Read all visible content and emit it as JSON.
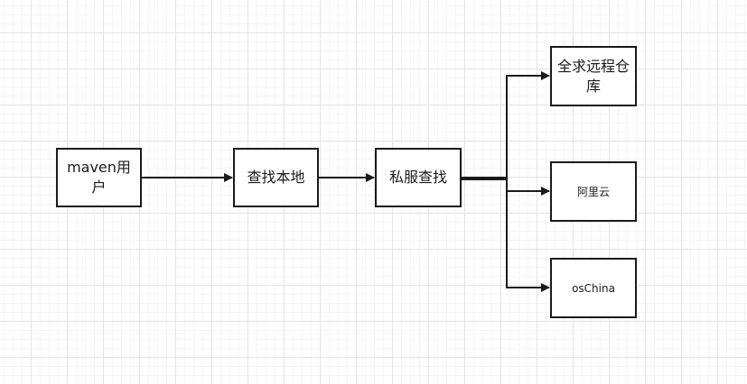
{
  "nodes": {
    "user": "maven用户",
    "local": "查找本地",
    "private": "私服查找",
    "central": "全求远程仓库",
    "aliyun": "阿里云",
    "oschina": "osChina"
  },
  "colors": {
    "stroke": "#1a1a1a",
    "node_fill": "#ffffff",
    "grid_major": "#e4e4e4",
    "grid_minor": "#f4f4f4"
  }
}
